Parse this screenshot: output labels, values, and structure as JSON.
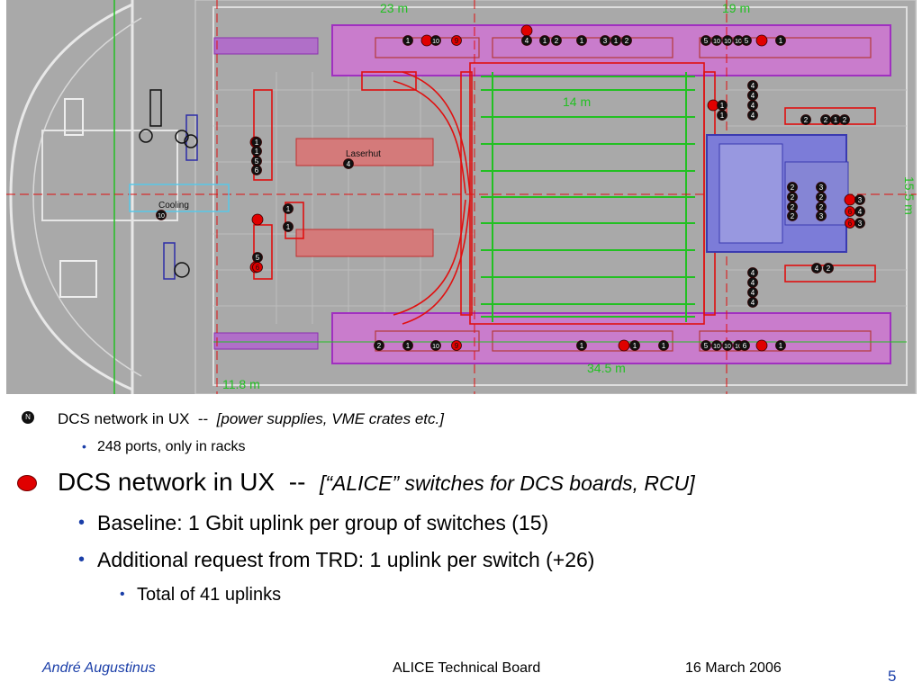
{
  "slide": {
    "bullets": [
      {
        "lead": "DCS network in UX",
        "sep": "--",
        "note": "[power supplies, VME crates etc.]",
        "marker": "N"
      },
      {
        "text": "248 ports, only in racks"
      },
      {
        "lead": "DCS network in UX",
        "sep": "--",
        "note": "[“ALICE” switches for DCS boards, RCU]"
      },
      {
        "text": "Baseline: 1 Gbit uplink per group of switches (15)"
      },
      {
        "text": "Additional request from TRD: 1 uplink per switch (+26)"
      },
      {
        "text": "Total of 41 uplinks"
      }
    ],
    "footer": {
      "author": "André Augustinus",
      "board": "ALICE Technical Board",
      "date": "16 March 2006",
      "page": "5"
    }
  },
  "diagram": {
    "labels": {
      "laserhut": "Laserhut",
      "cooling": "Cooling",
      "dim_top_left": "23 m",
      "dim_top_right": "19 m",
      "dim_bottom_mid": "34.5 m",
      "dim_bottom_left": "11.8 m",
      "dim_right": "15.5 m",
      "dim_center": "14 m"
    },
    "colors": {
      "background": "#a9a9a9",
      "pink_rack": "#e86ee8",
      "red_line": "#e01010",
      "green_line": "#22c022",
      "blue_block": "#6b6bd9",
      "red_dot": "#e00000"
    },
    "black_markers": [
      "1",
      "10",
      "4",
      "1",
      "2",
      "1",
      "3",
      "1",
      "2",
      "5",
      "10",
      "10",
      "10",
      "5",
      "1",
      "4",
      "4",
      "1",
      "4",
      "1",
      "4",
      "4",
      "2",
      "2",
      "1",
      "2",
      "1",
      "1",
      "5",
      "6",
      "4",
      "10",
      "1",
      "1",
      "2",
      "2",
      "2",
      "3",
      "2",
      "2",
      "2",
      "3",
      "3",
      "4",
      "3",
      "5",
      "4",
      "2",
      "4",
      "4",
      "4",
      "4",
      "2",
      "1",
      "10",
      "1",
      "1",
      "1",
      "5",
      "10",
      "10",
      "10",
      "6",
      "1"
    ],
    "red_markers": [
      "9",
      "9",
      "6",
      "6",
      "6"
    ]
  },
  "legend_marker": "N"
}
